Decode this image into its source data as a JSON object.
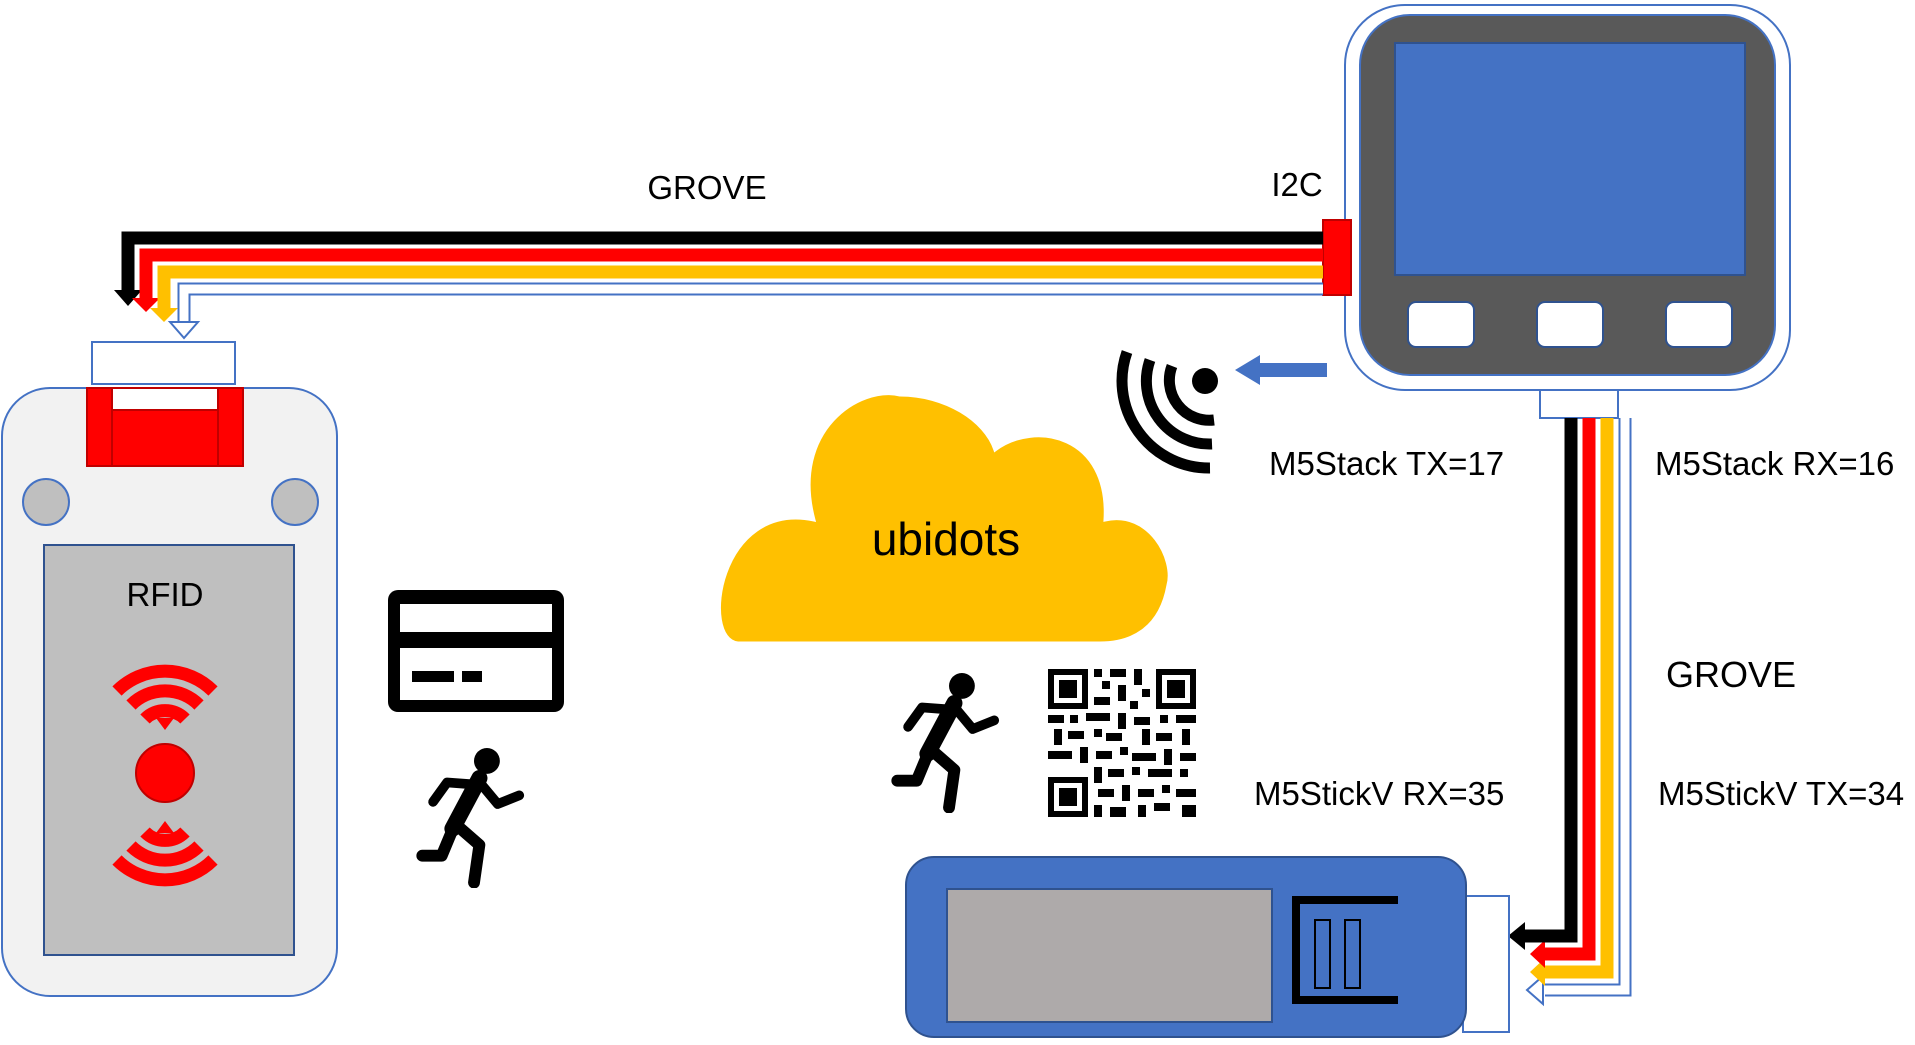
{
  "labels": {
    "grove_top": "GROVE",
    "i2c": "I2C",
    "cloud": "ubidots",
    "rfid": "RFID",
    "m5stack_tx": "M5Stack TX=17",
    "m5stack_rx": "M5Stack RX=16",
    "grove_right": "GROVE",
    "m5stickv_rx": "M5StickV RX=35",
    "m5stickv_tx": "M5StickV TX=34"
  },
  "colors": {
    "wire_black": "#000000",
    "wire_red": "#ff0000",
    "wire_yellow": "#ffc000",
    "device_blue": "#4472c4",
    "cloud_yellow": "#ffc000",
    "m5stack_body": "#595959",
    "rfid_body": "#f2f2f2",
    "screen_gray": "#bfbfbf"
  },
  "icons": [
    "credit-card-icon",
    "running-person-icon",
    "qr-code-icon",
    "wifi-signal-icon",
    "nfc-signal-icon"
  ]
}
